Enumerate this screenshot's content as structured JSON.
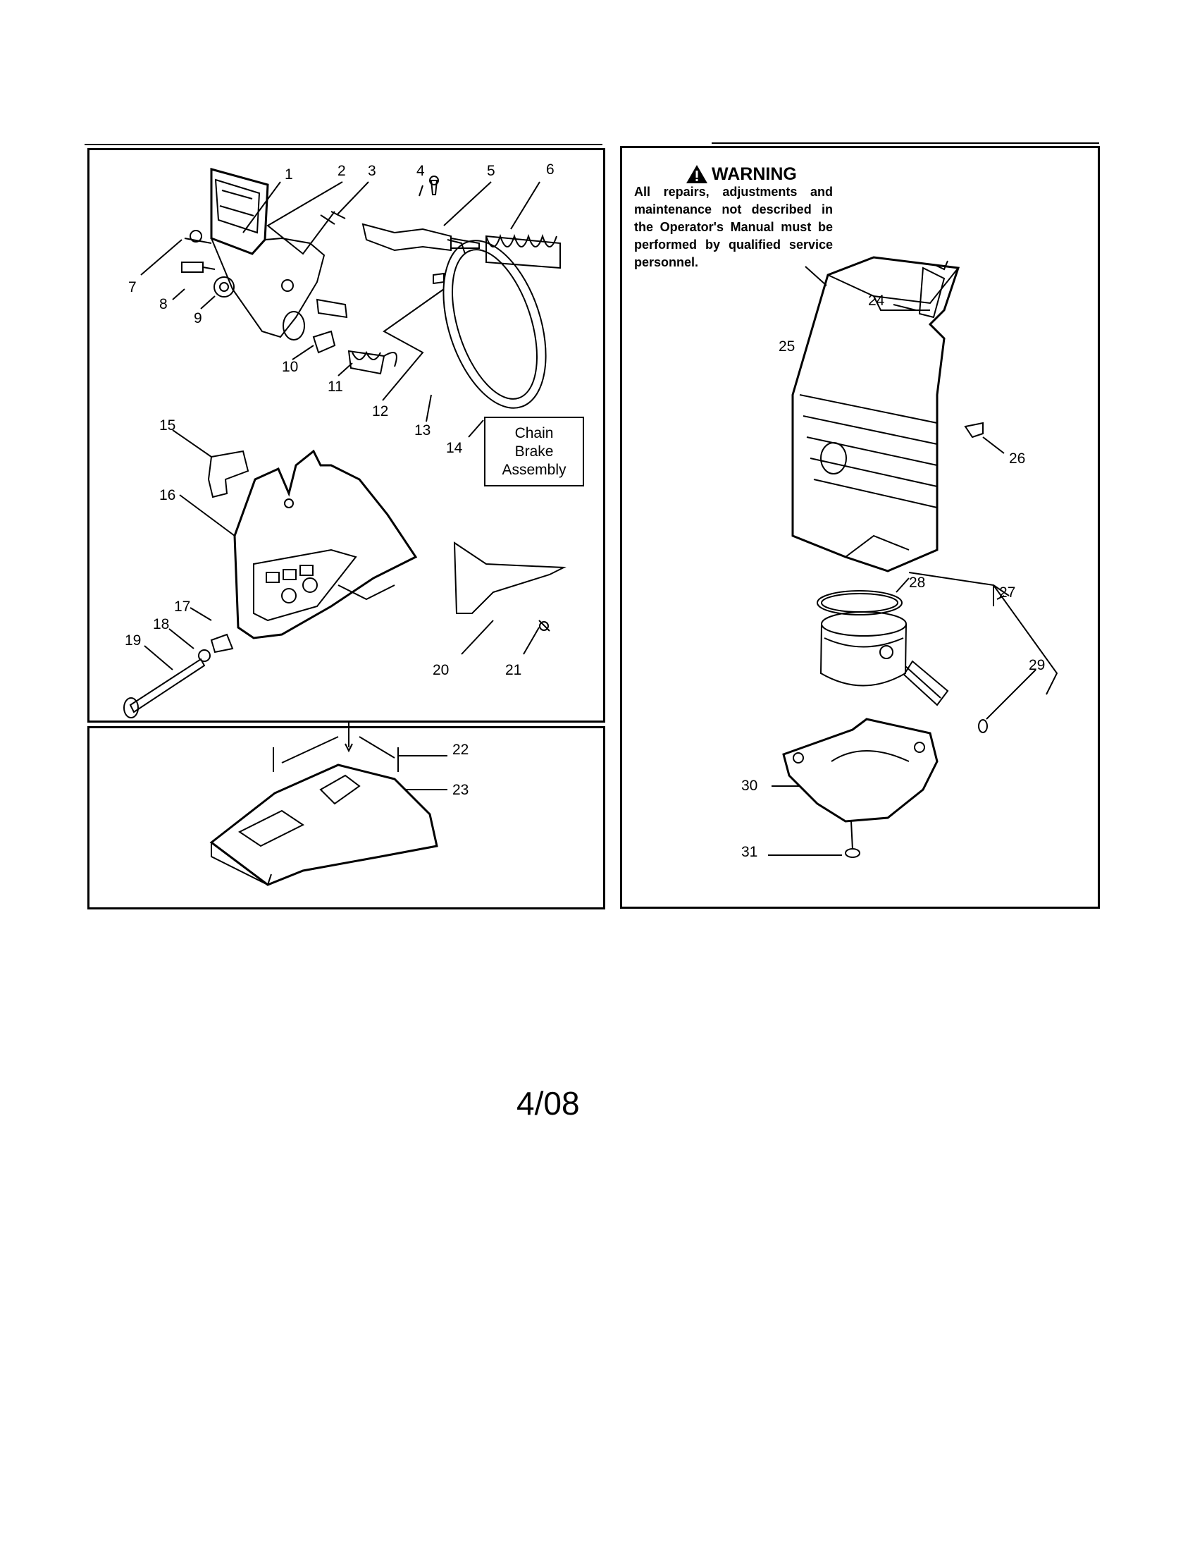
{
  "warning": {
    "heading": "WARNING",
    "icon": "warning-triangle-icon",
    "text": "All repairs, adjustments and maintenance not described in the Operator's Manual must be performed by qualified service personnel."
  },
  "chain_brake_label": [
    "Chain",
    "Brake",
    "Assembly"
  ],
  "part_numbers": [
    "1",
    "2",
    "3",
    "4",
    "5",
    "6",
    "7",
    "8",
    "9",
    "10",
    "11",
    "12",
    "13",
    "14",
    "15",
    "16",
    "17",
    "18",
    "19",
    "20",
    "21",
    "22",
    "23",
    "24",
    "25",
    "26",
    "27",
    "28",
    "29",
    "30",
    "31"
  ],
  "footer": "4/08"
}
